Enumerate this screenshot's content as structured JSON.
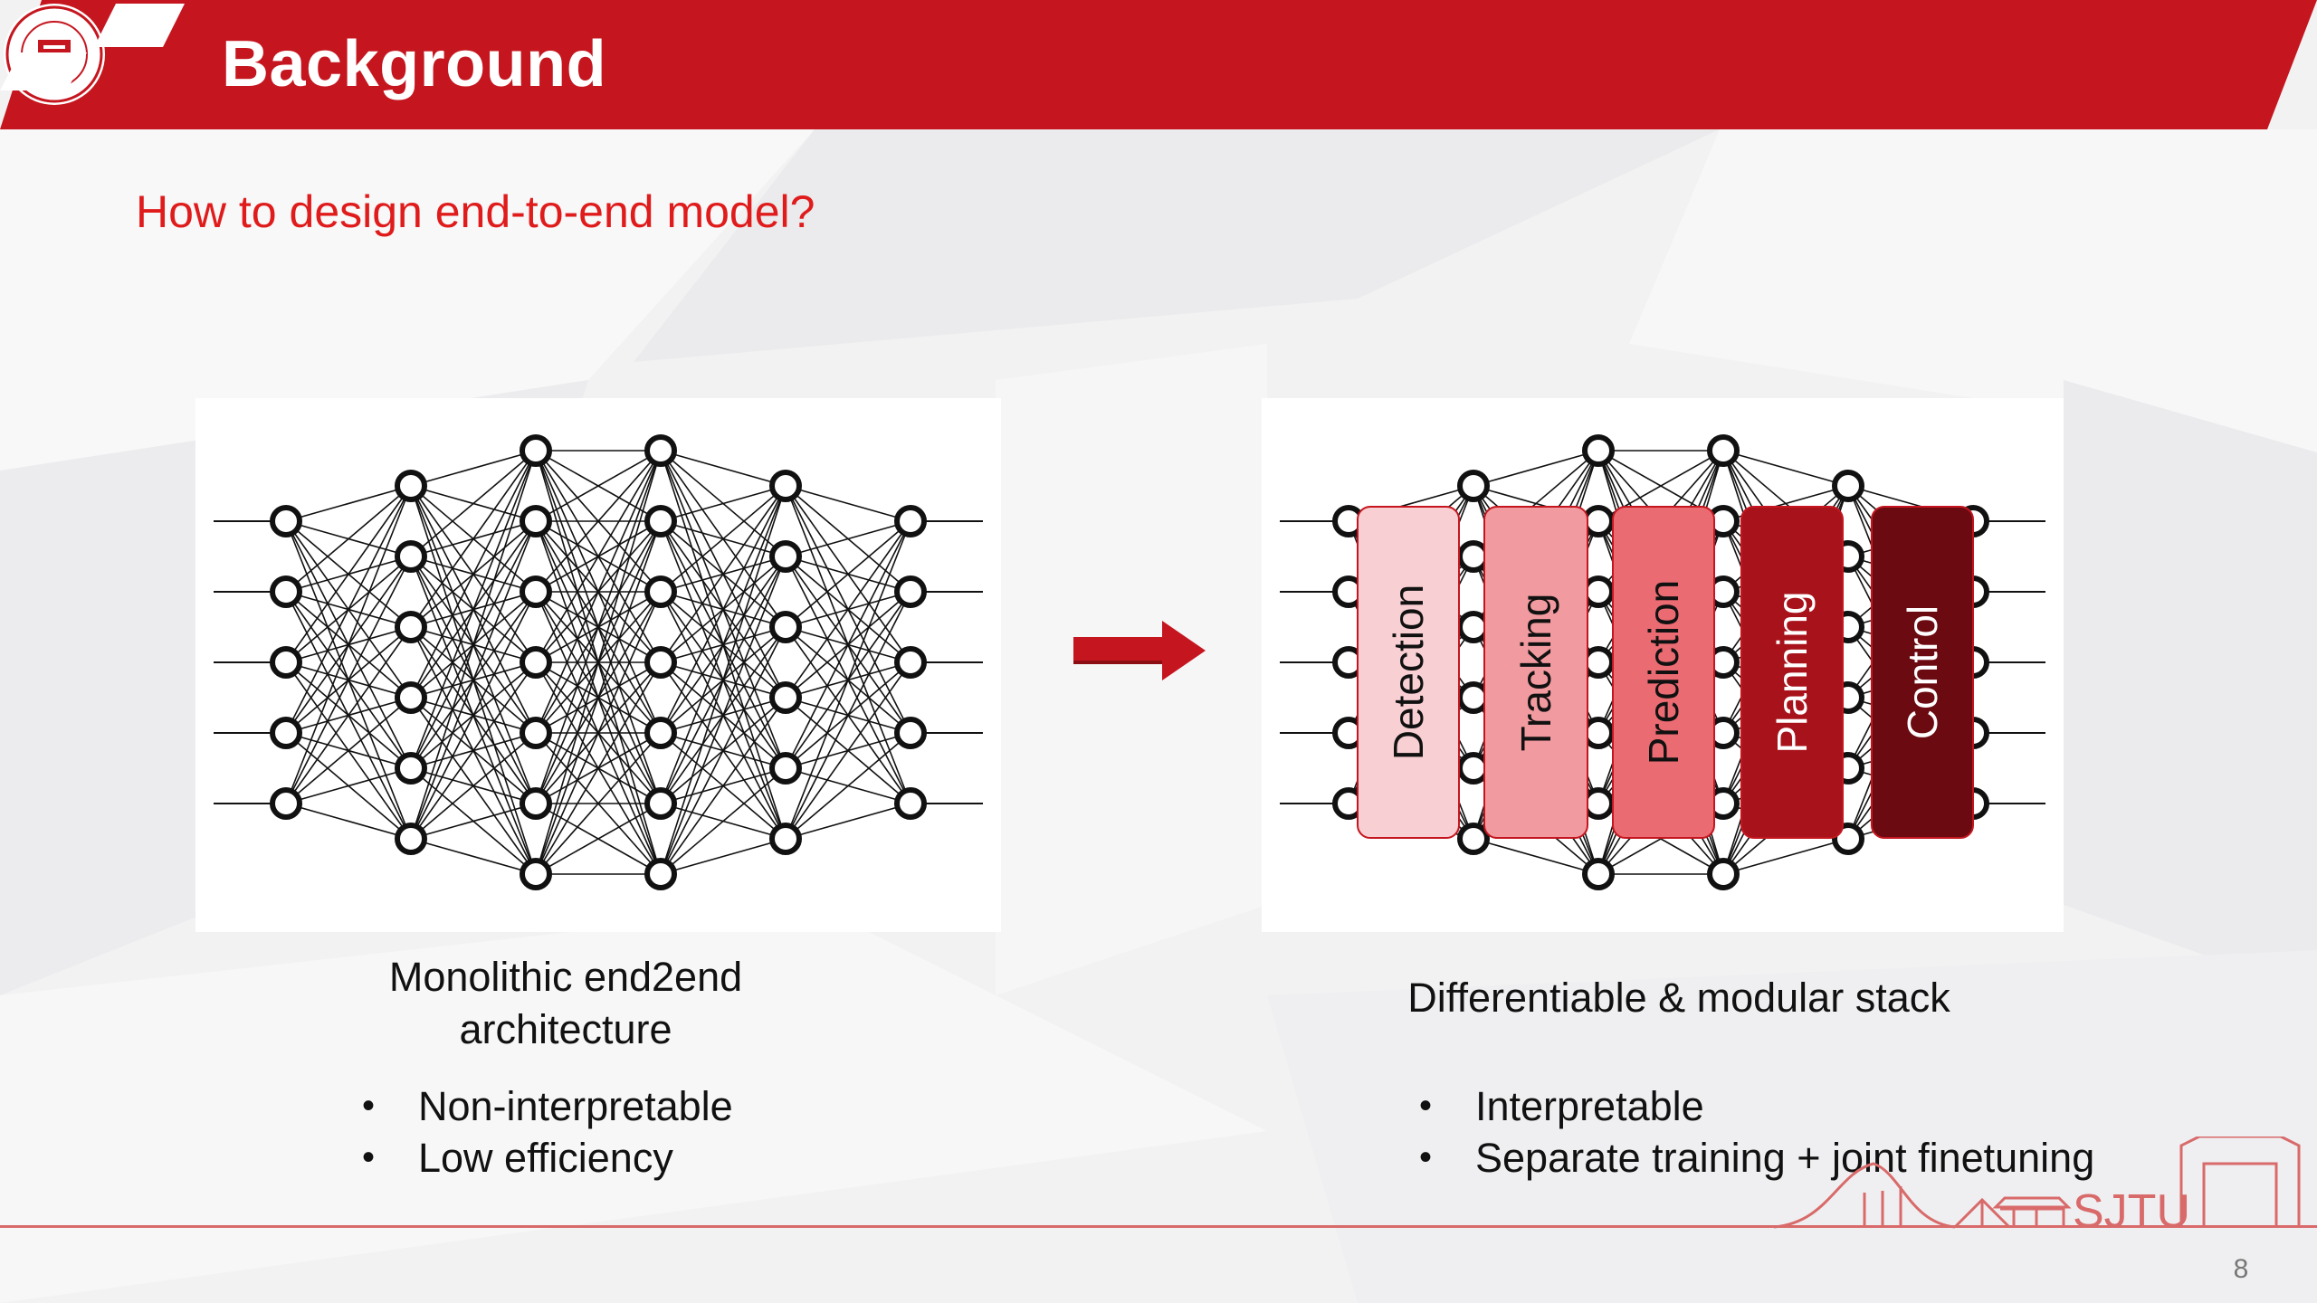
{
  "slide": {
    "title": "Background",
    "subtitle": "How to design end-to-end model?",
    "page_number": "8"
  },
  "colors": {
    "header_red": "#c5161f",
    "subtitle_red": "#e01b1b",
    "arrow_red": "#c5161f",
    "module_colors": [
      "#f8cfd2",
      "#f19a9f",
      "#eb6b72",
      "#a8121b",
      "#6b0a10"
    ]
  },
  "brand": {
    "logo_icon": "university-seal-icon",
    "corner_mark_icon": "brand-stripes-icon",
    "footer_text": "SJTU",
    "footer_icon": "campus-gate-icon"
  },
  "left_diagram": {
    "caption_line1": "Monolithic end2end",
    "caption_line2": "architecture",
    "bullets": [
      "Non-interpretable",
      "Low efficiency"
    ]
  },
  "right_diagram": {
    "caption": "Differentiable & modular stack",
    "modules": [
      "Detection",
      "Tracking",
      "Prediction",
      "Planning",
      "Control"
    ],
    "bullets": [
      "Interpretable",
      "Separate training + joint finetuning"
    ]
  },
  "transition_icon": "right-arrow-icon"
}
